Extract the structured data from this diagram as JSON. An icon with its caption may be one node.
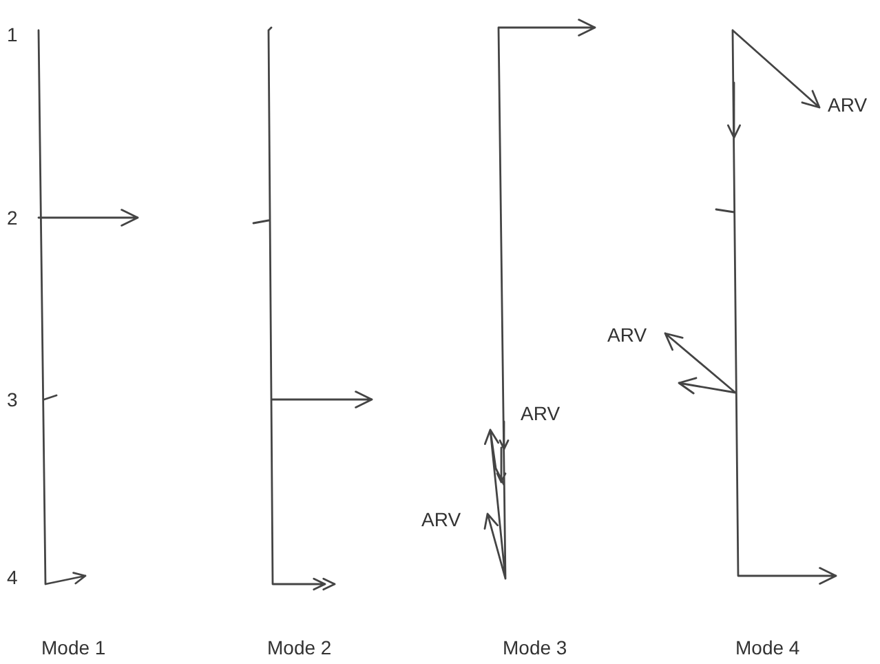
{
  "diagram": {
    "labels": [
      "1",
      "ARV",
      "2",
      "ARV",
      "3",
      "ARV",
      "ARV",
      "4",
      "Mode 1",
      "Mode 2",
      "Mode 3",
      "Mode 4"
    ]
  }
}
